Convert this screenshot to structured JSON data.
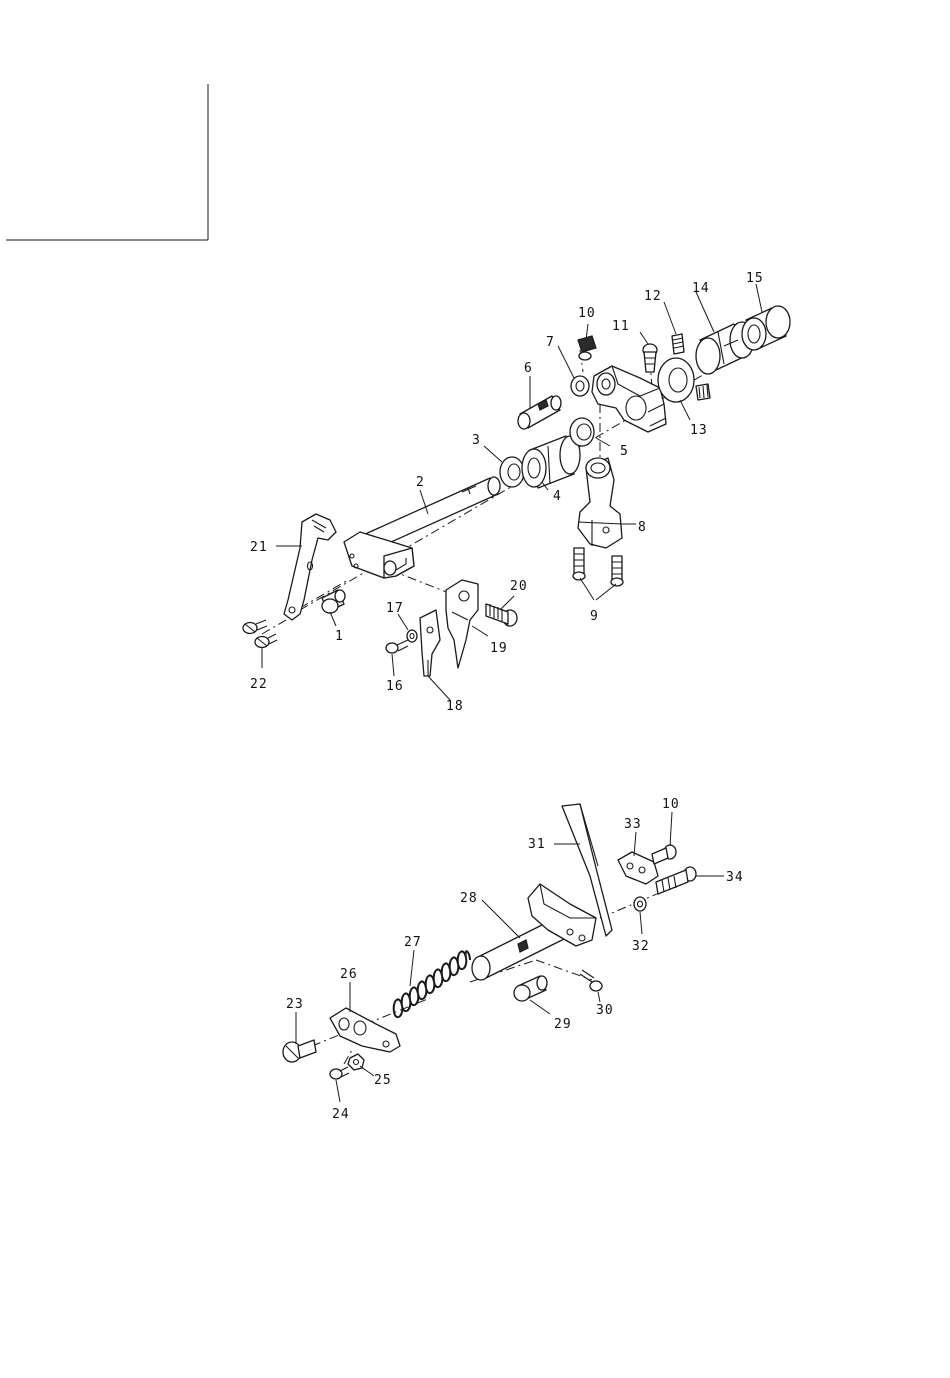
{
  "header_box": {},
  "upper_assembly": {
    "labels": {
      "p1": "1",
      "p2": "2",
      "p3": "3",
      "p4": "4",
      "p5": "5",
      "p6": "6",
      "p7": "7",
      "p8": "8",
      "p9": "9",
      "p10": "10",
      "p11": "11",
      "p12": "12",
      "p13": "13",
      "p14": "14",
      "p15": "15",
      "p16": "16",
      "p17": "17",
      "p18": "18",
      "p19": "19",
      "p20": "20",
      "p21": "21",
      "p22": "22"
    }
  },
  "lower_assembly": {
    "labels": {
      "p10": "10",
      "p23": "23",
      "p24": "24",
      "p25": "25",
      "p26": "26",
      "p27": "27",
      "p28": "28",
      "p29": "29",
      "p30": "30",
      "p31": "31",
      "p32": "32",
      "p33": "33",
      "p34": "34"
    }
  }
}
